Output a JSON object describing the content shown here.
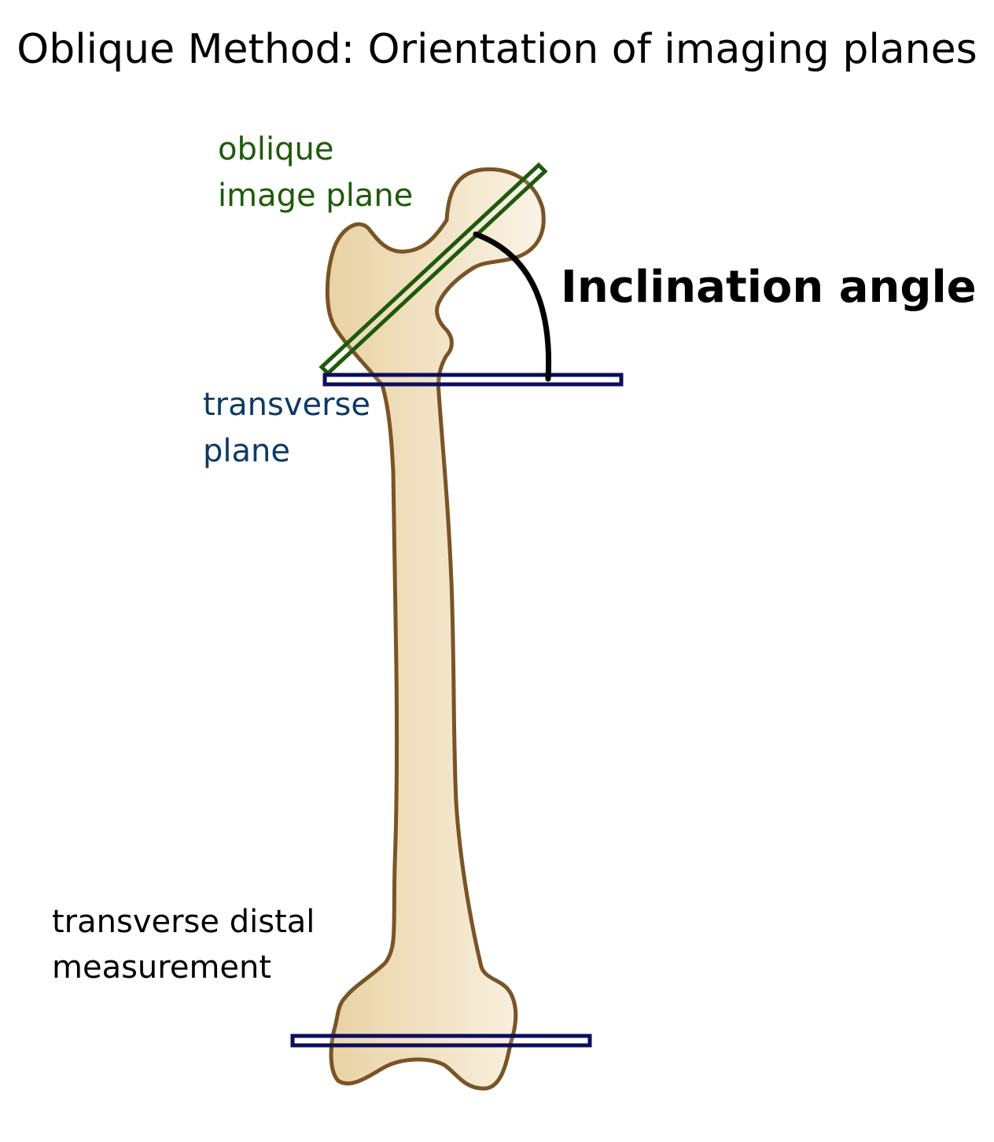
{
  "title": "Oblique Method: Orientation of imaging planes",
  "labels": {
    "oblique_plane": [
      "oblique",
      "image plane"
    ],
    "transverse_plane": [
      "transverse",
      "plane"
    ],
    "distal_measurement": [
      "transverse distal",
      "measurement"
    ],
    "inclination_angle": "Inclination angle"
  },
  "colors": {
    "oblique_plane": "#1f5a0a",
    "transverse_plane": "#0d0d5c",
    "transverse_label": "#0d3a66",
    "bone_outline": "#7a5426",
    "bone_fill_dark": "#e9d2a4",
    "bone_fill_light": "#faf3e6",
    "angle_arc": "#000000",
    "text": "#000000"
  }
}
